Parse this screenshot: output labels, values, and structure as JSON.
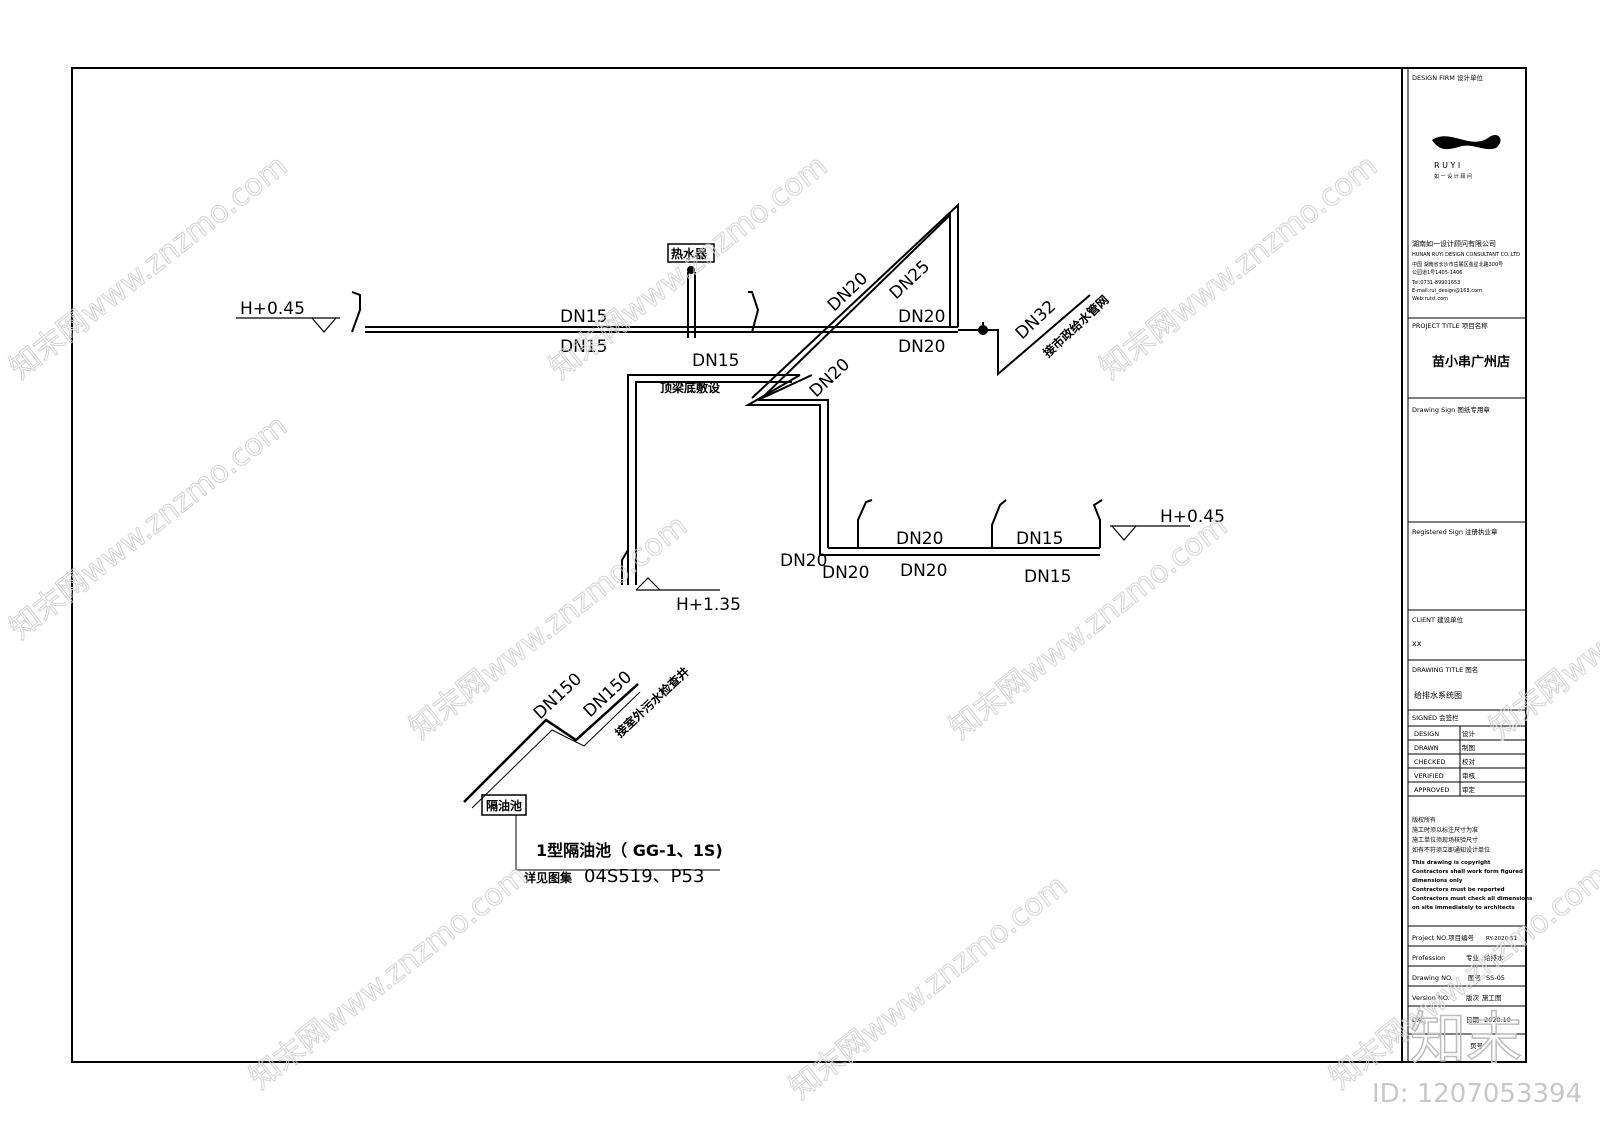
{
  "diagram": {
    "labels": {
      "h_left": "H+0.45",
      "h_right": "H+0.45",
      "h_low": "H+1.35",
      "dn15_top": "DN15",
      "dn15_bottom": "DN15",
      "dn15_mid": "DN15",
      "dn20_diag": "DN20",
      "dn25": "DN25",
      "dn20_top_right": "DN20",
      "dn20_bottom_right": "DN20",
      "dn20_diag_low": "DN20",
      "dn32": "DN32",
      "heater": "热水器",
      "beam": "顶梁底敷设",
      "supply": "接市政给水管网",
      "dn20_vert": "DN20",
      "dn20_row_a": "DN20",
      "dn20_row_b": "DN20",
      "dn20_row_c": "DN20",
      "dn15_row_a": "DN15",
      "dn15_row_b": "DN15",
      "dn150_a": "DN150",
      "dn150_b": "DN150",
      "sewer": "接室外污水检查井",
      "grease_trap": "隔油池",
      "trap_model": "1型隔油池（ GG-1、1S)",
      "atlas_label": "详见图集",
      "atlas_ref": "04S519、P53"
    }
  },
  "title_block": {
    "design_firm_label": "DESIGN FIRM  设计单位",
    "logo_text": "R U Y I",
    "logo_sub": "如 一 设 计 顾 问",
    "company_cn": "湖南如一设计顾问有限公司",
    "company_en": "HUNAN RUYI DESIGN CONSULTANT CO.,LTD",
    "address": "中国  湖南省长沙市岳麓区金星北路300号",
    "address2": "公园道1号1405-1406",
    "tel": "Tel:0731-89901653",
    "email": "E-mail:rui_design@163.com",
    "web": "Web:ruist.com",
    "project_title_label": "PROJECT TITLE  项目名称",
    "project_title": "苗小串广州店",
    "drawing_sign_label": "Drawing Sign  图纸专用章",
    "registered_sign_label": "Registered Sign  注册执业章",
    "client_label": "CLIENT  建设单位",
    "client_value": "xx",
    "drawing_title_label": "DRAWING TITLE  图名",
    "drawing_title": "给排水系统图",
    "signed_label": "SIGNED  会签栏",
    "sign_rows": [
      {
        "en": "DESIGN",
        "cn": "设计"
      },
      {
        "en": "DRAWN",
        "cn": "制图"
      },
      {
        "en": "CHECKED",
        "cn": "校对"
      },
      {
        "en": "VERIFIED",
        "cn": "审核"
      },
      {
        "en": "APPROVED",
        "cn": "审定"
      }
    ],
    "notes_cn": [
      "版权所有",
      "施工时须以标注尺寸为准",
      "施工单位须现场核验尺寸",
      "如有不符须立即通知设计单位"
    ],
    "notes_en": [
      "This drawing is copyright",
      "Contractors shall work form figured",
      "dimensions only",
      "Contractors must be reported",
      "Contractors must check all dimensions",
      "on site immediately to architects"
    ],
    "project_no_label": "Project NO.项目编号",
    "project_no": "RY-2020-51",
    "profession_label": "Profession",
    "profession_cn": "专业",
    "profession_value": "给排水",
    "drawing_no_label": "Drawing NO.",
    "drawing_no_cn": "图号",
    "drawing_no": "SS-05",
    "version_label": "Version NO.",
    "version_cn": "版次",
    "version_value": "施工图",
    "date_label": "DA",
    "date_cn": "日期",
    "date_value": "2020.10",
    "page_cn": "页号"
  },
  "watermark": {
    "site": "知末网www.znzmo.com",
    "brand": "知末",
    "id": "ID: 1207053394"
  }
}
